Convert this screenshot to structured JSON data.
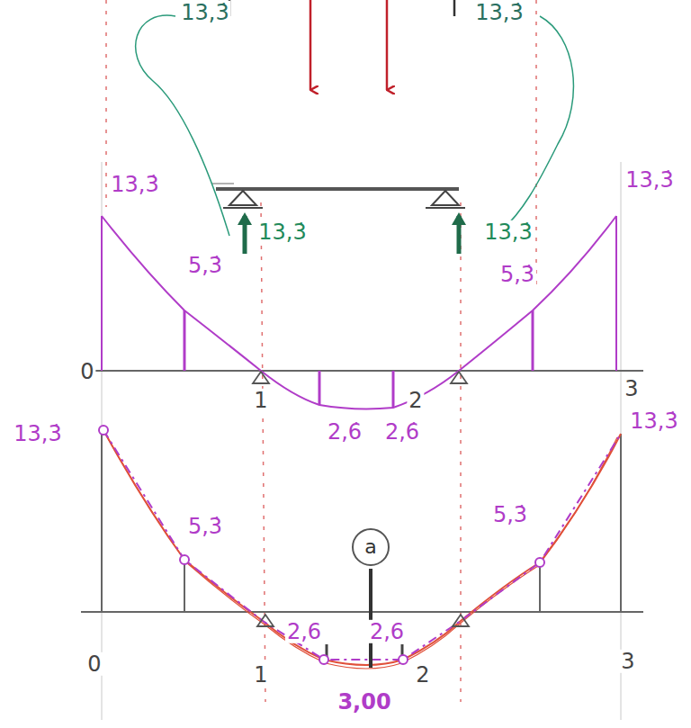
{
  "diagram": {
    "nodes": [
      {
        "text": [
          "a"
        ]
      }
    ],
    "labels": [
      "13,3̇",
      "13,3̇",
      "13,3̇",
      "13,3̇",
      "13,3̇",
      "5,3̇",
      "2,6̇",
      "2,6̇",
      "5,3̇",
      "13,3̇",
      "0",
      "1",
      "2",
      "3",
      "13,3̇",
      "5,3̇",
      "2,6",
      "2,6",
      "5,3̇",
      "13,3̇",
      "0",
      "1",
      "2",
      "3",
      "3,00"
    ]
  }
}
